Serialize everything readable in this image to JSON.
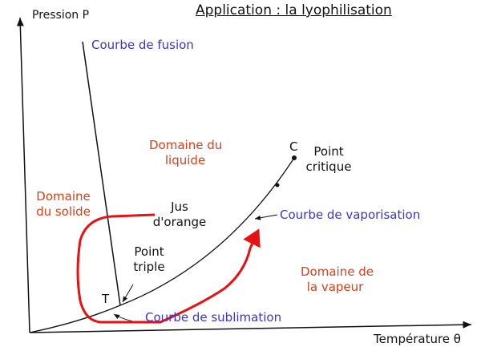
{
  "title": "Application : la lyophilisation",
  "axes": {
    "y_label": "Pression P",
    "x_label": "Température θ"
  },
  "curves": {
    "fusion": "Courbe de fusion",
    "vaporisation": "Courbe de vaporisation",
    "sublimation": "Courbe de sublimation"
  },
  "domains": {
    "liquid": [
      "Domaine du",
      "liquide"
    ],
    "solid": [
      "Domaine",
      "du solide"
    ],
    "vapor": [
      "Domaine de",
      "la vapeur"
    ]
  },
  "points": {
    "critical_letter": "C",
    "critical_label": [
      "Point",
      "critique"
    ],
    "triple_letter": "T",
    "triple_label": [
      "Point",
      "triple"
    ]
  },
  "sample_label": [
    "Jus",
    "d'orange"
  ],
  "colors": {
    "curve_label": "#3b35c8",
    "domain_label": "#d8401a",
    "path": "#e81010"
  }
}
